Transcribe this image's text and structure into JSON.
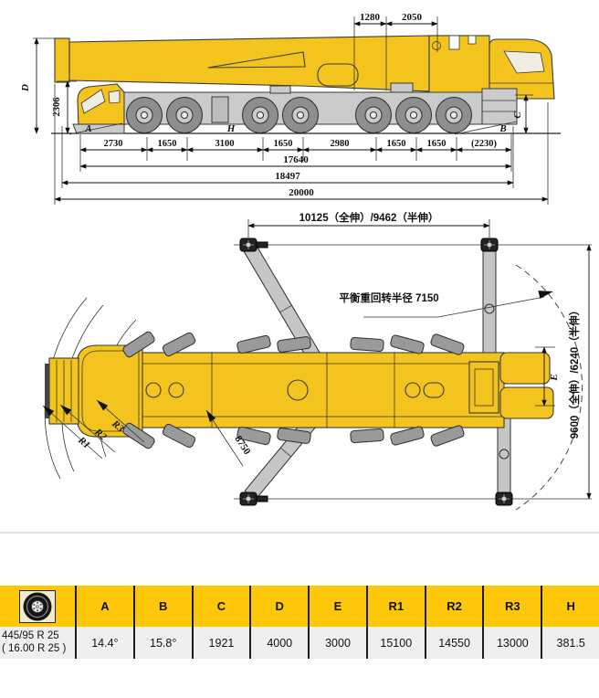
{
  "side_view": {
    "dim_d": "D",
    "dim_2306": "2306",
    "dim_1280": "1280",
    "dim_2050": "2050",
    "label_a": "A",
    "label_b": "B",
    "label_c": "C",
    "label_h": "H",
    "axle_dims": [
      "2730",
      "1650",
      "3100",
      "1650",
      "2980",
      "1650",
      "1650",
      "(2230)"
    ],
    "wheelbase_total": "17640",
    "carrier_length": "18497",
    "overall_length": "20000"
  },
  "plan_view": {
    "outrigger_span": "10125（全伸）/9462（半伸）",
    "outrigger_base": "9600（全伸）/6240（半伸）",
    "counterweight_radius": "平衡重回转半径 7150",
    "dim_8750": "8750",
    "label_e": "E",
    "label_r1": "R1",
    "label_r2": "R2",
    "label_r3": "R3"
  },
  "table": {
    "tire_line1": "445/95 R 25",
    "tire_line2": "( 16.00 R 25 )",
    "columns": [
      "A",
      "B",
      "C",
      "D",
      "E",
      "R1",
      "R2",
      "R3",
      "H"
    ],
    "values": [
      "14.4°",
      "15.8°",
      "1921",
      "4000",
      "3000",
      "15100",
      "14550",
      "13000",
      "381.5"
    ]
  },
  "colors": {
    "crane_yellow": "#F3C41E",
    "table_header_yellow": "#FFC709",
    "table_row_gray": "#EFEFEF",
    "chassis_gray": "#CBCBCB",
    "tire_icon_bg": "#F2ECCB"
  }
}
